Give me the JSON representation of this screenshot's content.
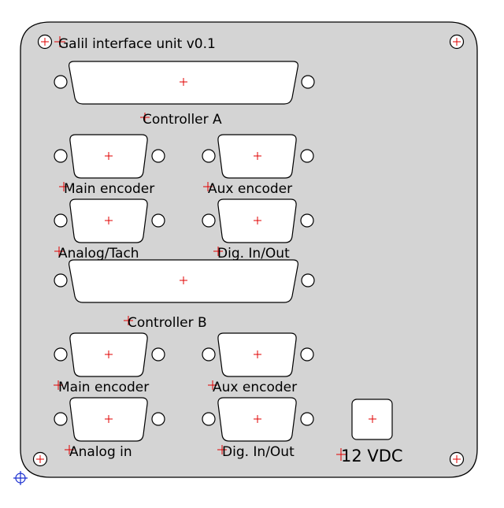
{
  "title": "Galil interface unit v0.1",
  "sections": [
    {
      "label": "Controller A",
      "connectors": [
        {
          "label": "Main encoder"
        },
        {
          "label": "Aux encoder"
        },
        {
          "label": "Analog/Tach"
        },
        {
          "label": "Dig. In/Out"
        }
      ]
    },
    {
      "label": "Controller B",
      "connectors": [
        {
          "label": "Main encoder"
        },
        {
          "label": "Aux encoder"
        },
        {
          "label": "Analog in"
        },
        {
          "label": "Dig. In/Out"
        }
      ]
    }
  ],
  "power": {
    "label": "12 VDC"
  },
  "colors": {
    "panel_fill": "#d4d4d4",
    "outline": "#000000",
    "cutout_fill": "#ffffff",
    "center_mark": "#e00000",
    "origin_mark": "#1a2fd0"
  }
}
